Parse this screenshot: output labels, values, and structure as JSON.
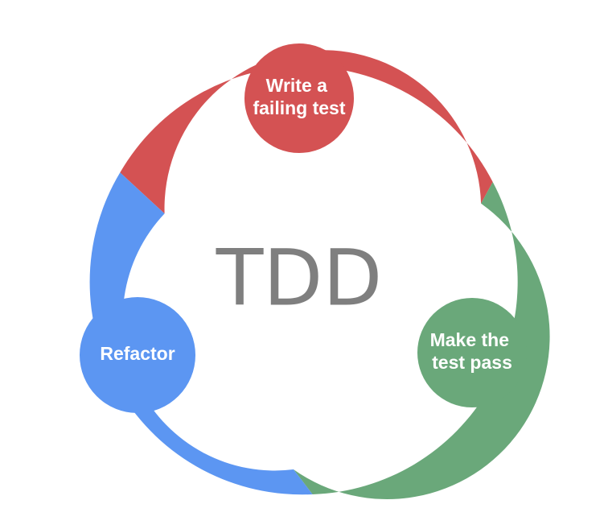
{
  "diagram": {
    "center_label": "TDD",
    "stages": [
      {
        "id": "write",
        "lines": [
          "Write a",
          "failing test"
        ],
        "color": "#d45253"
      },
      {
        "id": "pass",
        "lines": [
          "Make the",
          "test pass"
        ],
        "color": "#6aa87a"
      },
      {
        "id": "refactor",
        "lines": [
          "Refactor"
        ],
        "color": "#5c96f2"
      }
    ]
  }
}
